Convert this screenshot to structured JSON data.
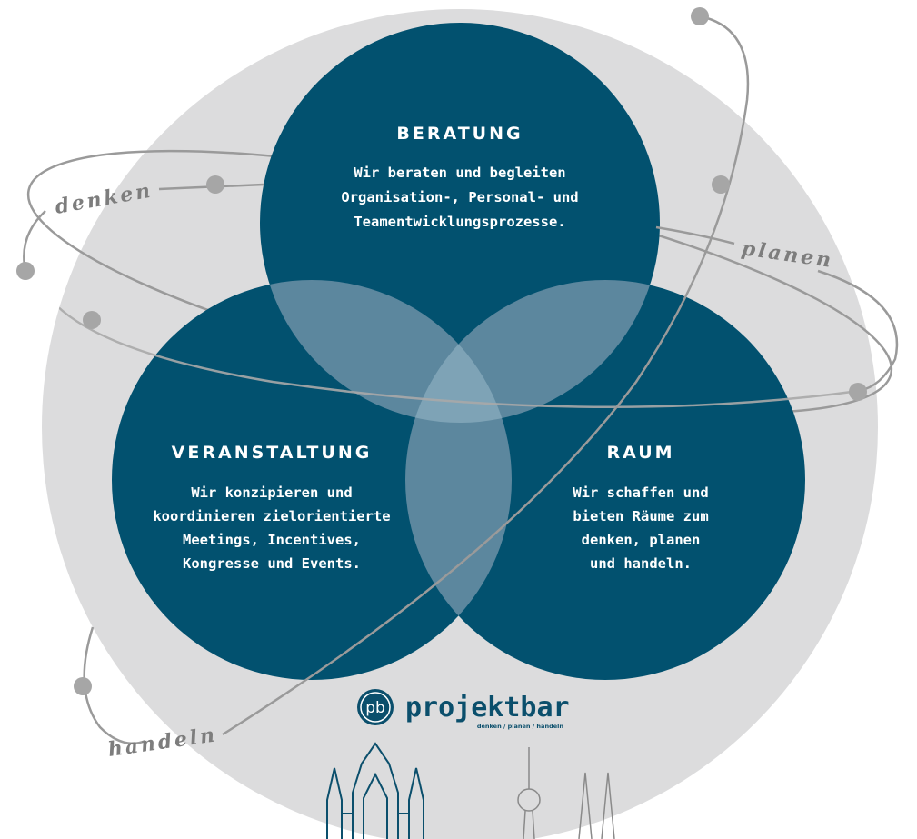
{
  "circles": [
    {
      "key": "beratung",
      "title": "BERATUNG",
      "lines": [
        "Wir beraten und begleiten",
        "Organisation-, Personal- und",
        "Teamentwicklungsprozesse."
      ]
    },
    {
      "key": "veranstaltung",
      "title": "VERANSTALTUNG",
      "lines": [
        "Wir konzipieren und",
        "koordinieren zielorientierte",
        "Meetings, Incentives,",
        "Kongresse und Events."
      ]
    },
    {
      "key": "raum",
      "title": "RAUM",
      "lines": [
        "Wir schaffen und",
        "bieten Räume zum",
        "denken, planen",
        "und handeln."
      ]
    }
  ],
  "orbit_labels": {
    "denken": "denken",
    "planen": "planen",
    "handeln": "handeln"
  },
  "logo": {
    "mark": "pb",
    "name": "projektbar",
    "tagline": "denken / planen / handeln"
  },
  "colors": {
    "background_disc": "#dcdcdd",
    "circle_fill": "#02516f",
    "overlap_fill": "#6b96ad",
    "orbit_line": "#9a9a9a",
    "orbit_dot": "#a6a6a6"
  }
}
